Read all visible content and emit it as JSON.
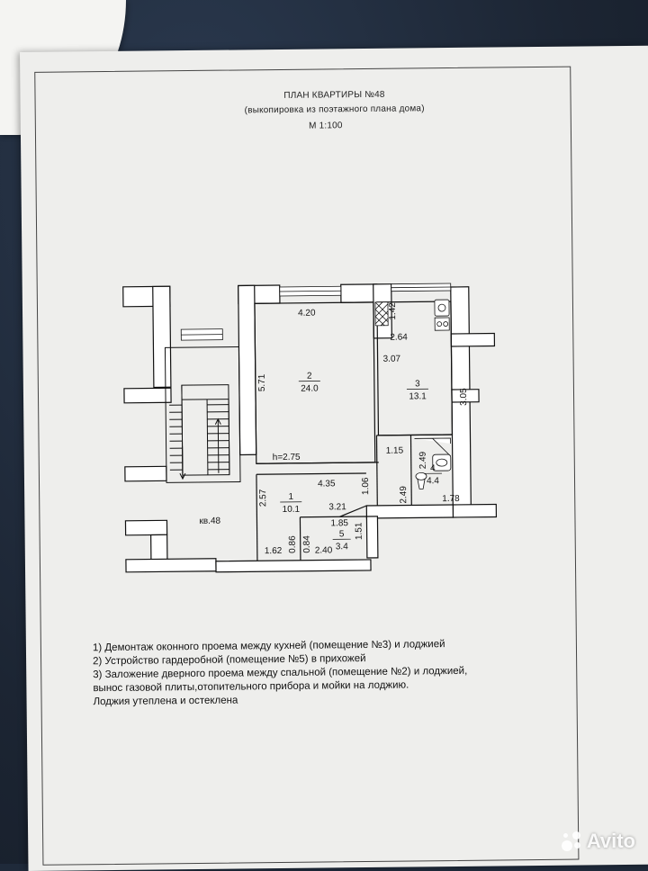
{
  "document": {
    "title": "ПЛАН КВАРТИРЫ №48",
    "subtitle": "(выкопировка из поэтажного плана дома)",
    "scale": "М 1:100"
  },
  "plan": {
    "dims": {
      "d420": "4.20",
      "d571": "5.71",
      "d142": "1.42",
      "d264": "2.64",
      "d307": "3.07",
      "d305": "3.05",
      "d115": "1.15",
      "d249a": "2.49",
      "d249b": "2.49",
      "d178": "1.78",
      "d435": "4.35",
      "d106": "1.06",
      "d257": "2.57",
      "d321": "3.21",
      "d185": "1.85",
      "d151": "1.51",
      "d162": "1.62",
      "d086": "0.86",
      "d084": "0.84",
      "d240": "2.40",
      "height": "h=2.75"
    },
    "rooms": [
      {
        "num": "2",
        "area": "24.0"
      },
      {
        "num": "3",
        "area": "13.1"
      },
      {
        "num": "4",
        "area": "4.4"
      },
      {
        "num": "1",
        "area": "10.1"
      },
      {
        "num": "5",
        "area": "3.4"
      }
    ],
    "apartment_label": "кв.48"
  },
  "notes": [
    "1) Демонтаж оконного проема между кухней  (помещение №3) и лоджией",
    "2) Устройство гардеробной (помещение №5) в прихожей",
    "3) Заложение дверного проема между спальной (помещение №2) и лоджией,",
    " вынос газовой плиты,отопительного прибора и мойки на лоджию.",
    "Лоджия утеплена и остеклена"
  ],
  "watermark": "Avito"
}
